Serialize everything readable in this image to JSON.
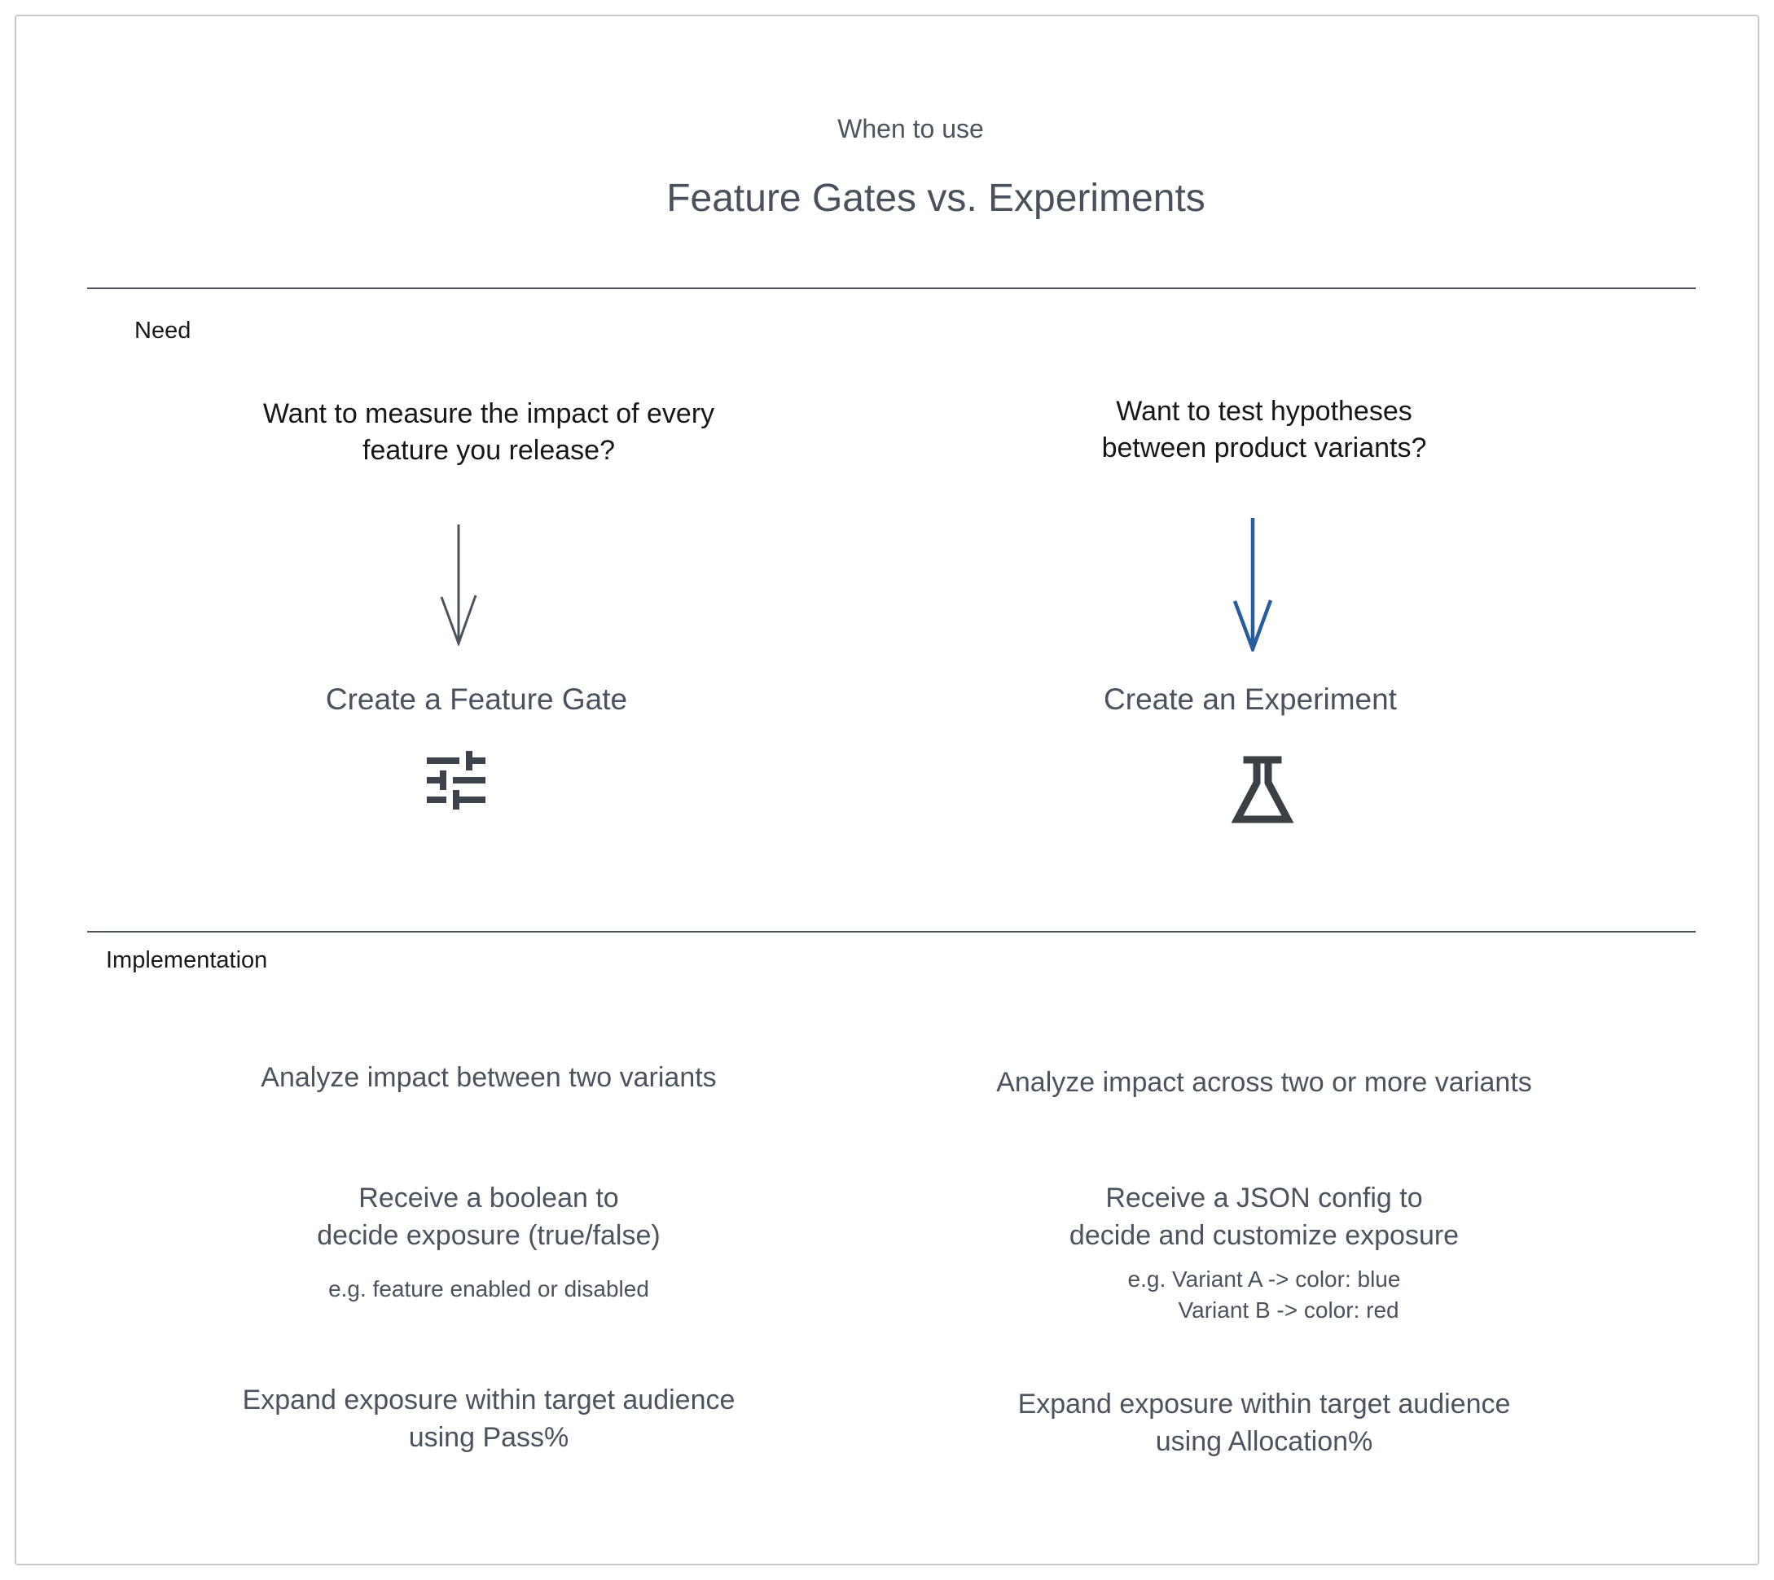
{
  "header": {
    "eyebrow": "When to use",
    "title": "Feature Gates vs. Experiments"
  },
  "need": {
    "label": "Need",
    "left": {
      "question_line1": "Want to measure the impact of every",
      "question_line2": "feature you release?",
      "action": "Create a Feature Gate",
      "icon": "tune-sliders-icon"
    },
    "right": {
      "question_line1": "Want to test hypotheses",
      "question_line2": "between product variants?",
      "action": "Create an Experiment",
      "icon": "flask-icon"
    }
  },
  "implementation": {
    "label": "Implementation",
    "left": {
      "row1": "Analyze impact between two variants",
      "row2_line1": "Receive a boolean to",
      "row2_line2": "decide exposure (true/false)",
      "row2_note": "e.g. feature enabled or disabled",
      "row3_line1": "Expand exposure within target audience",
      "row3_line2": "using Pass%"
    },
    "right": {
      "row1": "Analyze impact across two or more variants",
      "row2_line1": "Receive a JSON config to",
      "row2_line2": "decide and customize exposure",
      "row2_note_line1": "e.g. Variant A -> color: blue",
      "row2_note_line2": "Variant B -> color: red",
      "row3_line1": "Expand exposure within target audience",
      "row3_line2": "using Allocation%"
    }
  },
  "colors": {
    "slate_text": "#4a535e",
    "black_text": "#15171a",
    "gray_arrow": "#4b5361",
    "blue_arrow": "#275d9d",
    "icon_gray": "#3c434a",
    "frame_border": "#c9c9c9",
    "divider": "#4d5461"
  }
}
